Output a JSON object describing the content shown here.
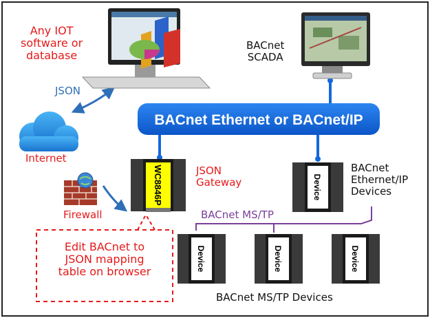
{
  "labels": {
    "iot_software": [
      "Any IOT",
      "software or",
      "database"
    ],
    "json_link": "JSON",
    "internet": "Internet",
    "firewall": "Firewall",
    "scada": [
      "BACnet",
      "SCADA"
    ],
    "network_bar": "BACnet Ethernet or BACnet/IP",
    "gateway_module": "WC8846P",
    "gateway_label": [
      "JSON",
      "Gateway"
    ],
    "ethernet_device": "Device",
    "ethernet_devices_label": [
      "BACnet",
      "Ethernet/IP",
      "Devices"
    ],
    "mstp_link": "BACnet MS/TP",
    "mstp_devices": [
      "Device",
      "Device",
      "Device"
    ],
    "mstp_devices_label": "BACnet MS/TP Devices",
    "callout": [
      "Edit BACnet to",
      "JSON mapping",
      "table on browser"
    ]
  },
  "colors": {
    "network_blue": "#1468de",
    "text_red": "#e51a1a",
    "json_blue": "#2f6fb8",
    "mstp_purple": "#7a3f99",
    "gateway_yellow": "#ffff00",
    "cloud_blue": "#1f87d8"
  },
  "icons": [
    "computer-chart-icon",
    "computer-scada-icon",
    "cloud-icon",
    "firewall-icon"
  ]
}
